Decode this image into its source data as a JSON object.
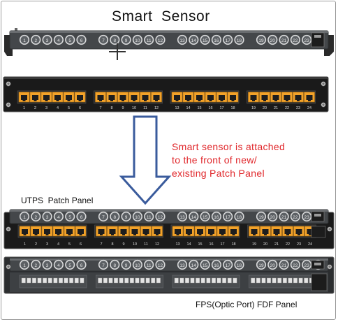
{
  "title": "Smart  Sensor",
  "note": {
    "line1": "Smart sensor is attached",
    "line2": "to the front of new/",
    "line3": "existing Patch Panel"
  },
  "utps_caption": "UTPS  Patch Panel",
  "fps_caption": "FPS(Optic Port) FDF Panel",
  "port_numbers": [
    "1",
    "2",
    "3",
    "4",
    "5",
    "6",
    "7",
    "8",
    "9",
    "10",
    "11",
    "12",
    "13",
    "14",
    "15",
    "16",
    "17",
    "18",
    "19",
    "20",
    "21",
    "22",
    "23",
    "24"
  ],
  "colors": {
    "panel_dark": "#1a1a1a",
    "sensor_strip": "#44474a",
    "sensor_ring": "#d9dadb",
    "rj45_body": "#f2a22a",
    "rj45_slot": "#1e1e1e",
    "note_red": "#e0262a",
    "arrow_stroke": "#3a5b9c",
    "optic_port": "#e4e4e4"
  }
}
